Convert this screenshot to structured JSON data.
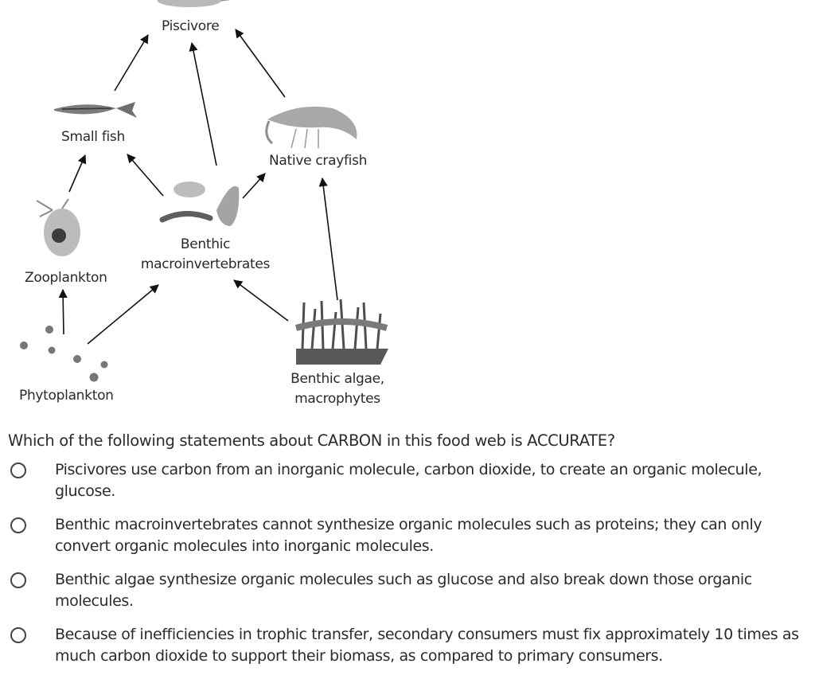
{
  "diagram": {
    "labels": {
      "piscivore": "Piscivore",
      "small_fish": "Small fish",
      "native_crayfish": "Native crayfish",
      "zooplankton": "Zooplankton",
      "benthic_macro_line1": "Benthic",
      "benthic_macro_line2": "macroinvertebrates",
      "phytoplankton": "Phytoplankton",
      "benthic_algae_line1": "Benthic algae,",
      "benthic_algae_line2": "macrophytes"
    }
  },
  "question": {
    "text": "Which of the following statements about CARBON in this food web is ACCURATE?",
    "options": [
      {
        "line1": "Piscivores use carbon from an inorganic molecule, carbon dioxide, to create an organic molecule,",
        "line2": "glucose."
      },
      {
        "line1": "Benthic macroinvertebrates cannot synthesize organic molecules such as proteins; they can only",
        "line2": "convert organic molecules into inorganic molecules."
      },
      {
        "line1": "Benthic algae synthesize organic molecules such as glucose and also break down those organic",
        "line2": "molecules."
      },
      {
        "line1": "Because of inefficiencies in trophic transfer, secondary consumers must fix approximately 10 times as",
        "line2": "much carbon dioxide to support their biomass, as compared to primary consumers."
      }
    ]
  }
}
